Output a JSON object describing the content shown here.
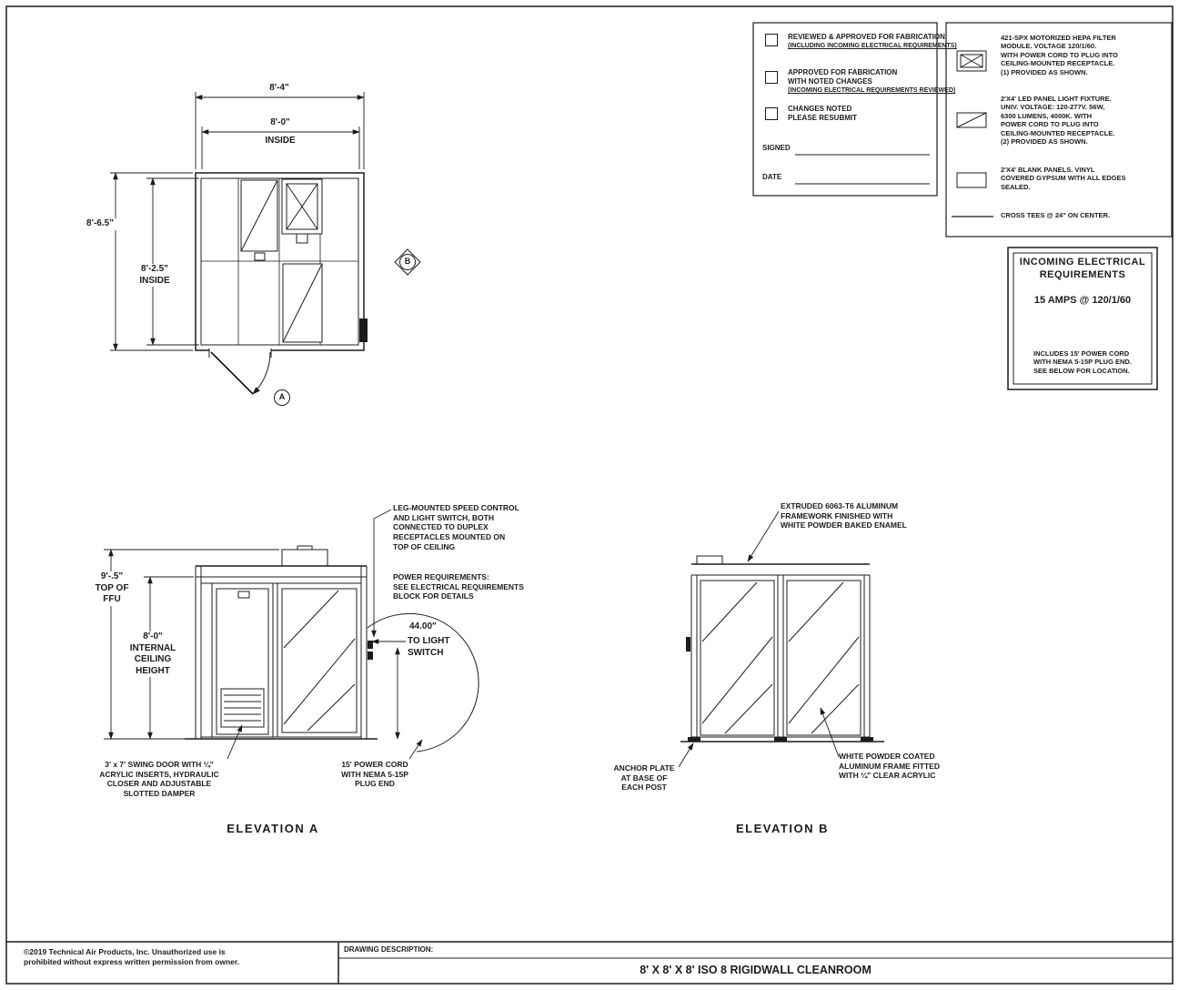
{
  "colors": {
    "ink": "#1c1c1c",
    "paper": "#ffffff"
  },
  "approval_block": {
    "items": [
      {
        "title": "REVIEWED & APPROVED FOR FABRICATION",
        "subtitle": "(INCLUDING INCOMING ELECTRICAL REQUIREMENTS)"
      },
      {
        "title": "APPROVED FOR FABRICATION\nWITH NOTED CHANGES",
        "subtitle": "(INCOMING ELECTRICAL REQUIREMENTS REVIEWED)"
      },
      {
        "title": "CHANGES NOTED\nPLEASE RESUBMIT",
        "subtitle": ""
      }
    ],
    "signed_label": "SIGNED",
    "date_label": "DATE"
  },
  "legend": {
    "items": [
      {
        "icon": "hepa-filter-symbol",
        "text": "421-SPX  MOTORIZED HEPA FILTER\nMODULE. VOLTAGE 120/1/60.\nWITH POWER CORD TO PLUG INTO\nCEILING-MOUNTED RECEPTACLE.\n(1) PROVIDED AS SHOWN."
      },
      {
        "icon": "led-panel-symbol",
        "text": "2'X4' LED PANEL LIGHT FIXTURE.\nUNIV. VOLTAGE: 120-277V.  56W,\n6300 LUMENS, 4000K.  WITH\nPOWER CORD TO PLUG INTO\nCEILING-MOUNTED RECEPTACLE.\n(2) PROVIDED AS SHOWN."
      },
      {
        "icon": "blank-panel-symbol",
        "text": "2'X4' BLANK PANELS. VINYL\nCOVERED GYPSUM WITH ALL EDGES\nSEALED."
      },
      {
        "icon": "cross-tee-symbol",
        "text": "CROSS TEES @ 24\" ON CENTER."
      }
    ]
  },
  "electrical_requirements": {
    "title": "INCOMING ELECTRICAL\nREQUIREMENTS",
    "rating": "15 AMPS @ 120/1/60",
    "note": "INCLUDES 15' POWER CORD\nWITH NEMA 5-15P PLUG END.\nSEE BELOW FOR LOCATION."
  },
  "plan_view": {
    "dim_width_outer": "8'-4\"",
    "dim_width_inner_value": "8'-0\"",
    "dim_width_inner_label": "INSIDE",
    "dim_depth_outer": "8'-6.5\"",
    "dim_depth_inner": "8'-2.5\"\nINSIDE",
    "marker_b": "B",
    "marker_a": "A"
  },
  "elevation_a": {
    "title": "ELEVATION A",
    "dim_overall_height": "9'-.5\"\nTOP OF\nFFU",
    "dim_ceiling_height": "8'-0\"\nINTERNAL\nCEILING\nHEIGHT",
    "note_speed_control": "LEG-MOUNTED SPEED CONTROL\nAND LIGHT SWITCH, BOTH\nCONNECTED TO DUPLEX\nRECEPTACLES MOUNTED ON\nTOP OF CEILING",
    "note_power_requirements": "POWER REQUIREMENTS:\nSEE ELECTRICAL REQUIREMENTS\nBLOCK FOR DETAILS",
    "dim_light_switch_value": "44.00\"",
    "dim_light_switch_label": "TO LIGHT\nSWITCH",
    "note_swing_door": "3' x 7' SWING DOOR WITH ¼\"\nACRYLIC INSERTS, HYDRAULIC\nCLOSER AND ADJUSTABLE\nSLOTTED DAMPER",
    "note_power_cord": "15' POWER CORD\nWITH NEMA 5-15P\nPLUG END"
  },
  "elevation_b": {
    "title": "ELEVATION B",
    "note_framework": "EXTRUDED 6063-T6 ALUMINUM\nFRAMEWORK FINISHED WITH\nWHITE POWDER BAKED ENAMEL",
    "note_anchor_plate": "ANCHOR PLATE\nAT BASE OF\nEACH POST",
    "note_acrylic_frame": "WHITE POWDER COATED\nALUMINUM FRAME FITTED\nWITH ¼\" CLEAR ACRYLIC"
  },
  "title_block": {
    "copyright": "©2019 Technical Air Products, Inc.  Unauthorized use is\nprohibited without express written permission from owner.",
    "description_label": "DRAWING DESCRIPTION:",
    "description": "8' X 8' X 8' ISO 8 RIGIDWALL CLEANROOM"
  }
}
